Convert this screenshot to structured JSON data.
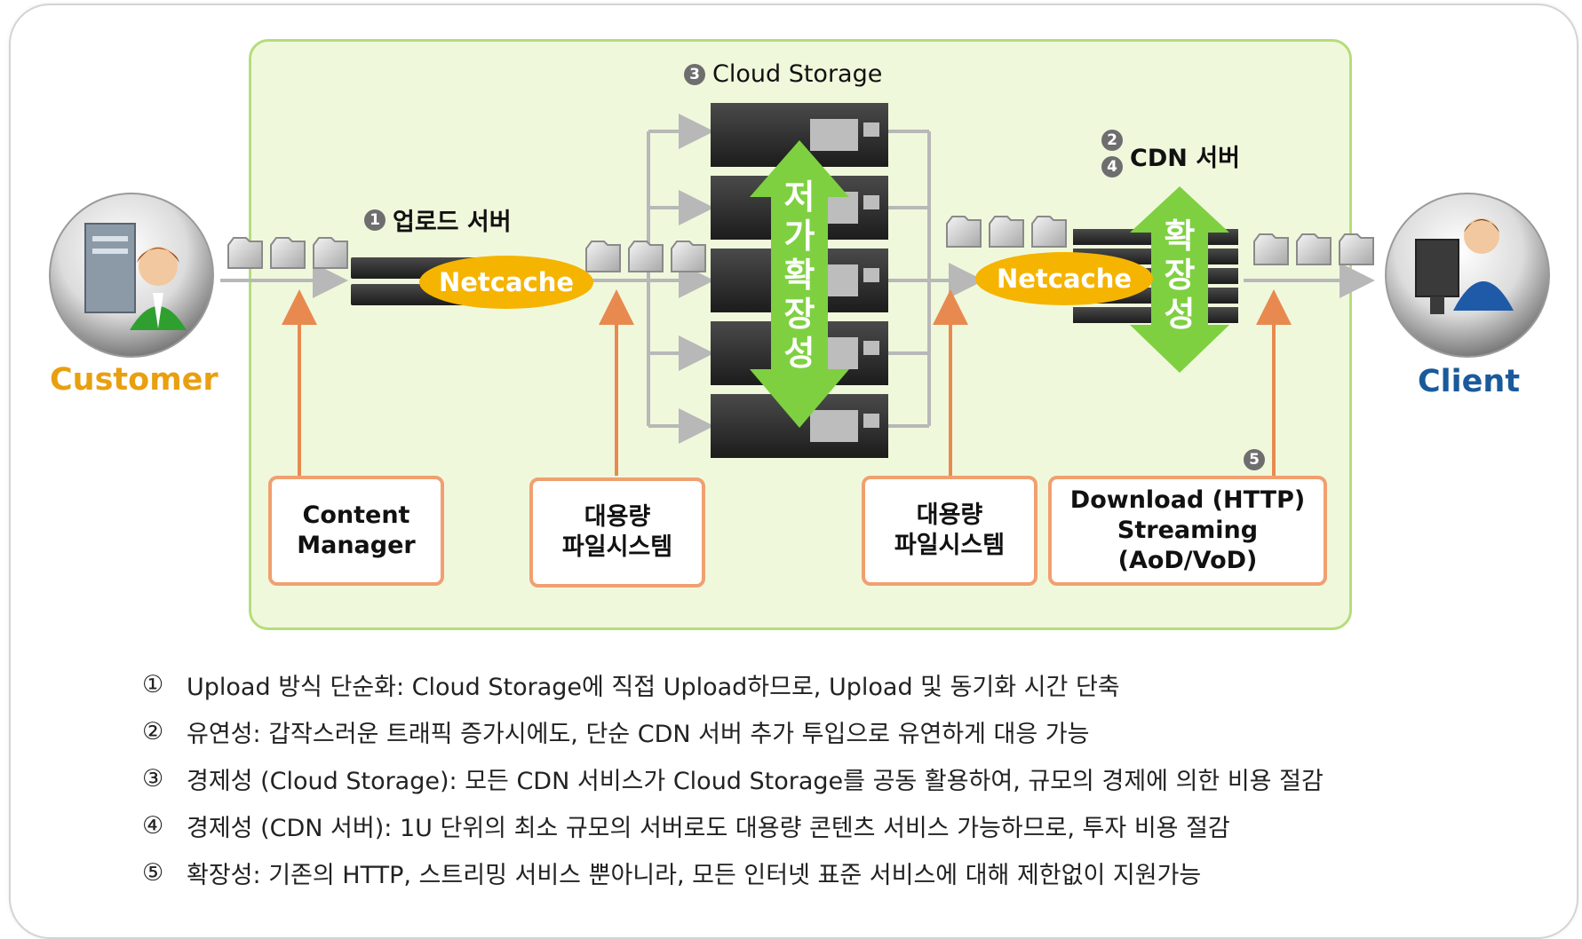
{
  "labels": {
    "cloud_storage": {
      "number": "❸",
      "text": "Cloud Storage"
    },
    "upload_server": {
      "number": "❶",
      "text": "업로드 서버"
    },
    "cdn_server": {
      "numbers": [
        "❷",
        "❹"
      ],
      "text": "CDN 서버"
    },
    "step5_number": "❺",
    "customer": "Customer",
    "client": "Client",
    "netcache_left": "Netcache",
    "netcache_right": "Netcache",
    "storage_arrow_text": [
      "저",
      "가",
      "확",
      "장",
      "성"
    ],
    "cdn_arrow_text": [
      "확",
      "장",
      "성"
    ]
  },
  "boxes": [
    {
      "lines": [
        "Content",
        "Manager"
      ]
    },
    {
      "lines": [
        "대용량",
        "파일시스템"
      ]
    },
    {
      "lines": [
        "대용량",
        "파일시스템"
      ]
    },
    {
      "lines": [
        "Download (HTTP)",
        "Streaming (AoD/VoD)"
      ]
    }
  ],
  "notes": [
    {
      "mark": "①",
      "text": "Upload 방식 단순화: Cloud Storage에 직접 Upload하므로, Upload 및 동기화 시간 단축"
    },
    {
      "mark": "②",
      "text": "유연성: 갑작스러운 트래픽 증가시에도, 단순 CDN 서버 추가 투입으로 유연하게 대응 가능"
    },
    {
      "mark": "③",
      "text": "경제성 (Cloud Storage): 모든 CDN 서비스가 Cloud Storage를 공동 활용하여, 규모의 경제에 의한 비용 절감"
    },
    {
      "mark": "④",
      "text": "경제성 (CDN 서버): 1U 단위의 최소 규모의 서버로도 대용량 콘텐츠 서비스 가능하므로, 투자 비용 절감"
    },
    {
      "mark": "⑤",
      "text": "확장성: 기존의 HTTP, 스트리밍 서비스 뿐아니라, 모든 인터넷 표준 서비스에 대해 제한없이 지원가능"
    }
  ],
  "colors": {
    "panel_bg": "#f0f8dc",
    "panel_border": "#b5dd7a",
    "orange": "#f0a070",
    "netcache": "#f5b400",
    "customer": "#e8a010",
    "client": "#1a5a9a",
    "arrow_green": "#7ed040"
  }
}
